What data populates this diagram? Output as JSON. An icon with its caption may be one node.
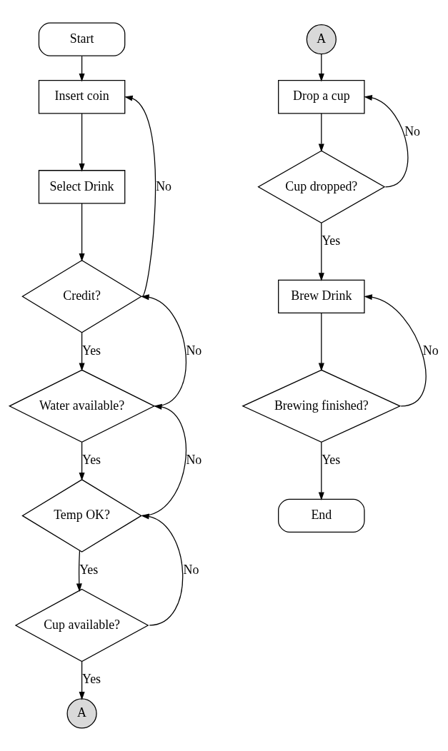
{
  "diagram": {
    "nodes": [
      {
        "text": [
          "Start"
        ]
      },
      {
        "text": [
          "Insert coin"
        ]
      },
      {
        "text": [
          "Select Drink"
        ]
      },
      {
        "text": [
          "Credit?"
        ]
      },
      {
        "text": [
          "Water available?"
        ]
      },
      {
        "text": [
          "Temp OK?"
        ]
      },
      {
        "text": [
          "Cup available?"
        ]
      },
      {
        "text": [
          "A"
        ]
      },
      {
        "text": [
          "A"
        ]
      },
      {
        "text": [
          "Drop a cup"
        ]
      },
      {
        "text": [
          "Cup dropped?"
        ]
      },
      {
        "text": [
          "Brew Drink"
        ]
      },
      {
        "text": [
          "Brewing finished?"
        ]
      },
      {
        "text": [
          "End"
        ]
      }
    ],
    "edges": [
      {
        "from": 0,
        "to": 1,
        "arrow": "to"
      },
      {
        "from": 1,
        "to": 2,
        "arrow": "to"
      },
      {
        "from": 2,
        "to": 3,
        "arrow": "to"
      },
      {
        "from": 3,
        "to": 1,
        "label": "No",
        "arrow": "to"
      },
      {
        "from": 3,
        "to": 4,
        "label": "Yes",
        "arrow": "to"
      },
      {
        "from": 4,
        "to": 3,
        "label": "No",
        "arrow": "to"
      },
      {
        "from": 4,
        "to": 5,
        "label": "Yes",
        "arrow": "to"
      },
      {
        "from": 5,
        "to": 4,
        "label": "No",
        "arrow": "to"
      },
      {
        "from": 5,
        "to": 6,
        "label": "Yes",
        "arrow": "to"
      },
      {
        "from": 6,
        "to": 5,
        "label": "No",
        "arrow": "to"
      },
      {
        "from": 6,
        "to": 7,
        "label": "Yes",
        "arrow": "to"
      },
      {
        "from": 8,
        "to": 9,
        "arrow": "to"
      },
      {
        "from": 9,
        "to": 10,
        "arrow": "to"
      },
      {
        "from": 10,
        "to": 9,
        "label": "No",
        "arrow": "to"
      },
      {
        "from": 10,
        "to": 11,
        "label": "Yes",
        "arrow": "to"
      },
      {
        "from": 11,
        "to": 12,
        "arrow": "to"
      },
      {
        "from": 12,
        "to": 11,
        "label": "No",
        "arrow": "to"
      },
      {
        "from": 12,
        "to": 13,
        "label": "Yes",
        "arrow": "to"
      }
    ]
  }
}
